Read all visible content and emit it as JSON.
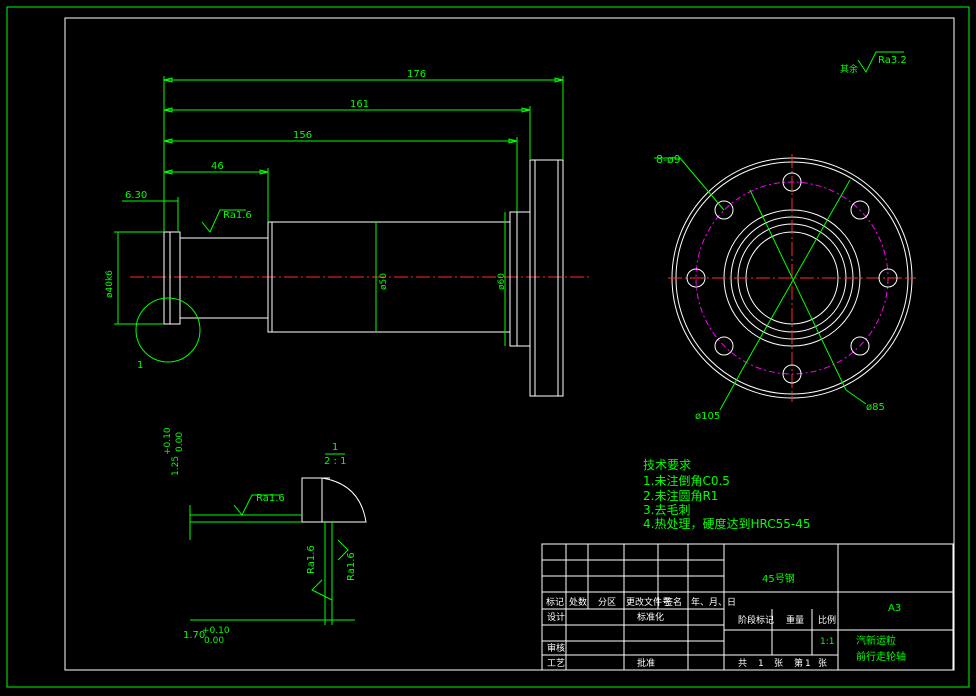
{
  "dims": {
    "d176": "176",
    "d161": "161",
    "d156": "156",
    "d46": "46",
    "d630": "6.30",
    "phi40": "ø40k6",
    "phi50": "ø50",
    "phi60": "ø60",
    "holes": "8-ø9",
    "phi105": "ø105",
    "phi85": "ø85",
    "detail_label": "1"
  },
  "roughness": {
    "ra16": "Ra1.6",
    "ra32": "Ra3.2",
    "rest_label": "其余"
  },
  "detail": {
    "title_num": "1",
    "title_scale": "2 : 1",
    "tol_top_base": "1.25",
    "tol_top_upper": "+0.10",
    "tol_top_lower": "0.00",
    "tol_bot_base": "1.70",
    "tol_bot_upper": "+0.10",
    "tol_bot_lower": "0.00"
  },
  "tech": {
    "title": "技术要求",
    "notes": [
      "1.未注倒角C0.5",
      "2.未注圆角R1",
      "3.去毛刺",
      "4.热处理，硬度达到HRC55-45"
    ]
  },
  "titleblock": {
    "material": "45号钢",
    "sheet": "A3",
    "name_line1": "汽新运粒",
    "name_line2": "前行走轮轴",
    "scale": "1:1",
    "hdr_mark": "标记",
    "hdr_count": "处数",
    "hdr_zone": "分区",
    "hdr_doc": "更改文件号",
    "hdr_sign": "签名",
    "hdr_date": "年、月、日",
    "design": "设计",
    "standard": "标准化",
    "stage": "阶段标记",
    "weight": "重量",
    "ratio": "比例",
    "review": "审核",
    "process": "工艺",
    "approve": "批准",
    "total": "共",
    "total_n": "1",
    "sheets": "张",
    "page": "第",
    "page_n": "1",
    "page_unit": "张"
  },
  "colors": {
    "border": "#00ff00",
    "outline": "#ffffff",
    "centerline": "#ff2a2a",
    "pitch_circle": "#ff00ff",
    "background": "#000000"
  }
}
